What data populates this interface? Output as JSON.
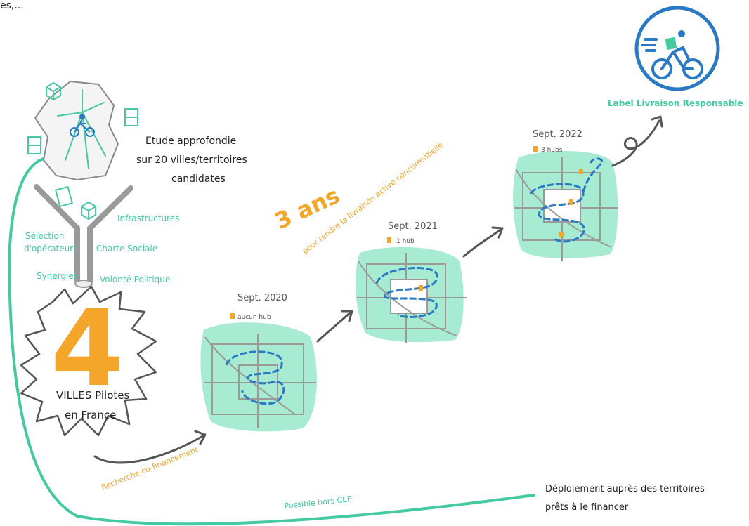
{
  "top_fragment": "es,...",
  "study": {
    "line1": "Etude approfondie",
    "line2": "sur 20 villes/territoires",
    "line3": "candidates"
  },
  "criteria": {
    "infrastructures": "Infrastructures",
    "selection_line1": "Sélection",
    "selection_line2": "d'opérateurs",
    "charte": "Charte Sociale",
    "synergies": "Synergies",
    "volonte": "Volonté Politique"
  },
  "pilots": {
    "number": "4",
    "line1": "VILLES Pilotes",
    "line2": "en France"
  },
  "three_years": {
    "big": "3 ans",
    "caption": "pour rendre la livraison active concurrentielle"
  },
  "milestones": [
    {
      "date": "Sept. 2020",
      "hubs": "aucun hub"
    },
    {
      "date": "Sept. 2021",
      "hubs": "1 hub"
    },
    {
      "date": "Sept. 2022",
      "hubs": "3 hubs"
    }
  ],
  "label": "Label Livraison Responsable",
  "cofinancing": "Recherche co-financement",
  "possible": "Possible hors CEE",
  "deployment": {
    "line1": "Déploiement auprès des territoires",
    "line2": "prêts à le financer"
  },
  "colors": {
    "teal": "#45c9a0",
    "mint": "#a8ebd3",
    "orange": "#f4a62a",
    "blue": "#2a79c4",
    "grey": "#9a9a9a"
  },
  "icons": [
    "bicycle-courier-icon",
    "package-icon",
    "arrow-icon",
    "hub-marker-icon",
    "label-badge-icon"
  ]
}
